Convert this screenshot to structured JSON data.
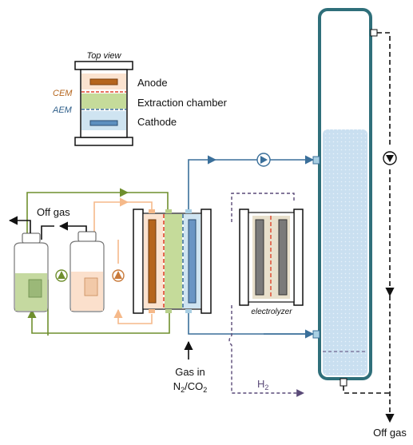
{
  "top_view": {
    "title": "Top view",
    "cem_label": "CEM",
    "aem_label": "AEM",
    "anode_label": "Anode",
    "extraction_label": "Extraction chamber",
    "cathode_label": "Cathode"
  },
  "labels": {
    "off_gas_left": "Off gas",
    "gas_in_line1": "Gas in",
    "gas_in_line2": "N",
    "gas_in_sub": "2",
    "gas_in_rest": "/CO",
    "gas_in_sub2": "2",
    "electrolyzer": "electrolyzer",
    "h2": "H",
    "h2_sub": "2",
    "off_gas_right": "Off gas"
  },
  "colors": {
    "anode": "#b5651d",
    "anode_loop": "#f5b98a",
    "extraction": "#b8d08a",
    "extraction_loop": "#6f8f2e",
    "cathode": "#a9cfe3",
    "cathode_line": "#3a6f9a",
    "column": "#2f6f7a",
    "column_fill": "#c9dff0",
    "dashed": "#5a4a78",
    "membrane_red": "#e0442a"
  }
}
